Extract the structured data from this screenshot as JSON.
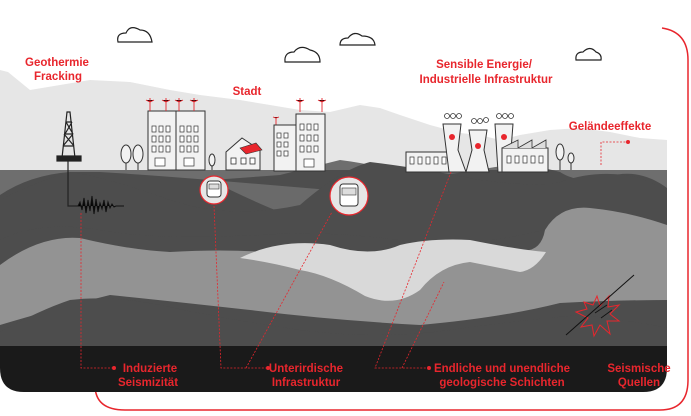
{
  "labels": {
    "geothermie_line1": "Geothermie",
    "geothermie_line2": "Fracking",
    "stadt": "Stadt",
    "energie_line1": "Sensible Energie/",
    "energie_line2": "Industrielle Infrastruktur",
    "gelaende": "Geländeeffekte",
    "induzierte_line1": "Induzierte",
    "induzierte_line2": "Seismizität",
    "unterirdische_line1": "Unterirdische",
    "unterirdische_line2": "Infrastruktur",
    "schichten_line1": "Endliche und unendliche",
    "schichten_line2": "geologische Schichten",
    "quellen_line1": "Seismische",
    "quellen_line2": "Quellen"
  },
  "colors": {
    "accent": "#e8262d",
    "sky_silhouette": "#e6e6e6",
    "ground_dark": "#4d4d4d",
    "layer_mid": "#6e6e6e",
    "layer_light": "#939393",
    "layer_pale": "#d9d9d9",
    "bedrock": "#1a1a1a"
  }
}
